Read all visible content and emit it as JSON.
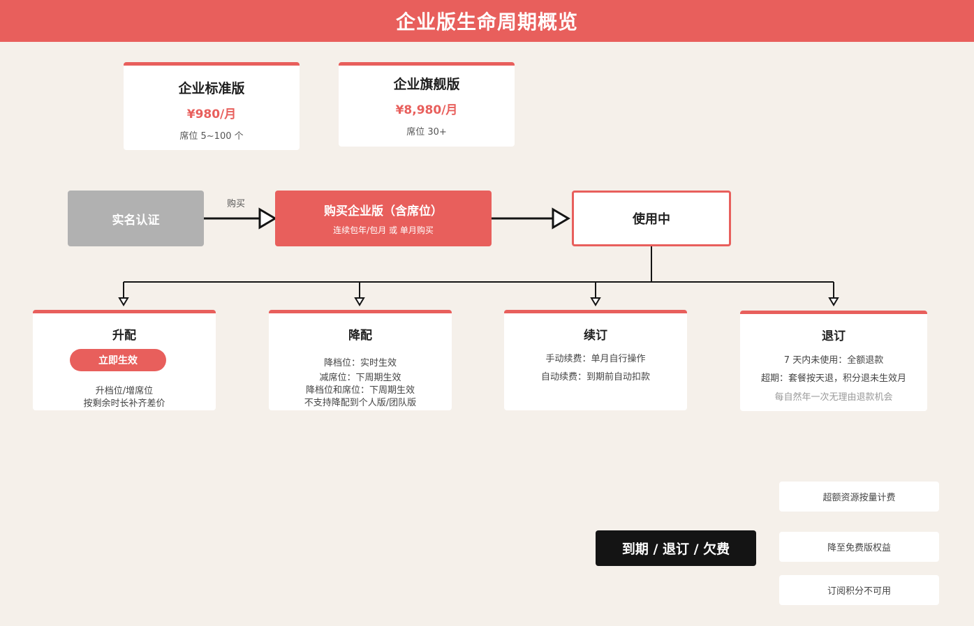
{
  "header": {
    "title": "企业版生命周期概览"
  },
  "plans": [
    {
      "name": "企业标准版",
      "price": "¥980/月",
      "seats": "席位 5~100 个"
    },
    {
      "name": "企业旗舰版",
      "price": "¥8,980/月",
      "seats": "席位 30+"
    }
  ],
  "flow": {
    "verify": "实名认证",
    "buy_label": "购买",
    "purchase": {
      "title": "购买企业版（含席位）",
      "subtitle": "连续包年/包月 或 单月购买"
    },
    "in_use": "使用中"
  },
  "actions": {
    "upgrade": {
      "title": "升配",
      "badge": "立即生效",
      "lines": [
        "升档位/增席位",
        "按剩余时长补齐差价"
      ]
    },
    "downgrade": {
      "title": "降配",
      "lines": [
        "降档位：实时生效",
        "减席位：下周期生效",
        "降档位和席位：下周期生效",
        "不支持降配到个人版/团队版"
      ]
    },
    "renew": {
      "title": "续订",
      "lines": [
        "手动续费：单月自行操作",
        "自动续费：到期前自动扣款"
      ]
    },
    "unsubscribe": {
      "title": "退订",
      "lines": [
        "7 天内未使用：全额退款",
        "超期：套餐按天退，积分退未生效月"
      ],
      "note": "每自然年一次无理由退款机会"
    }
  },
  "expiry": {
    "label": "到期 / 退订 / 欠费",
    "outcomes": [
      "超额资源按量计费",
      "降至免费版权益",
      "订阅积分不可用"
    ]
  },
  "colors": {
    "accent": "#e85f5c",
    "background": "#f5f0ea",
    "dark": "#141414",
    "gray": "#b1b1b1"
  }
}
